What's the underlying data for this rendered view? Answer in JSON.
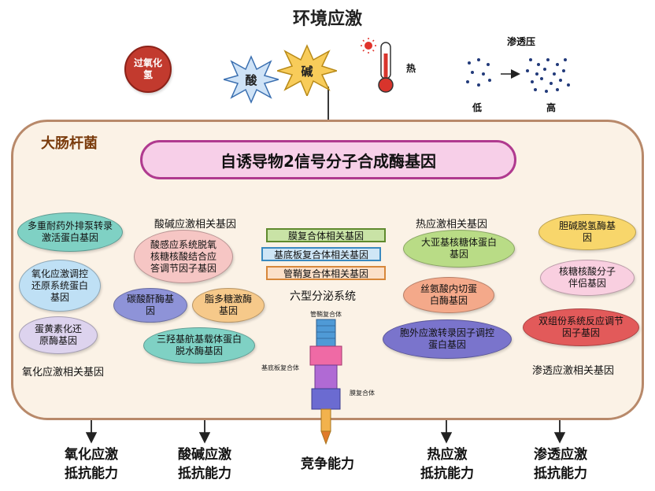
{
  "title": "环境应激",
  "stressors": {
    "h2o2": "过氧化氢",
    "acid": "酸",
    "alkali": "碱",
    "heat": "热",
    "osmotic_title": "渗透压",
    "osmotic_low": "低",
    "osmotic_high": "高"
  },
  "cell_label": "大肠杆菌",
  "main_box": "自诱导物2信号分子合成酶基因",
  "oxidative": {
    "items": [
      "多重耐药外排泵转录激活蛋白基因",
      "氧化应激调控还原系统蛋白基因",
      "蛋黄素化还原酶基因"
    ],
    "caption": "氧化应激相关基因"
  },
  "acid_base": {
    "caption": "酸碱应激相关基因",
    "items": [
      "酸感应系统脱氧核糖核酸结合应答调节因子基因",
      "碳酸酐酶基因",
      "脂多糖激酶基因",
      "三羟基航基载体蛋白脱水酶基因"
    ]
  },
  "t6ss": {
    "boxes": [
      "膜复合体相关基因",
      "基底板复合体相关基因",
      "管鞘复合体相关基因"
    ],
    "caption": "六型分泌系统",
    "labels": [
      "管鞘复合体",
      "基底板复合体",
      "膜复合体"
    ]
  },
  "heat_shock": {
    "caption": "热应激相关基因",
    "items": [
      "大亚基核糖体蛋白基因",
      "丝氨酸内切蛋白酶基因",
      "胞外应激转录因子调控蛋白基因"
    ]
  },
  "osmotic": {
    "items": [
      "胆碱脱氢酶基因",
      "核糖核酸分子伴侣基因",
      "双组份系统反应调节因子基因"
    ],
    "caption": "渗透应激相关基因"
  },
  "outcomes": [
    [
      "氧化应激",
      "抵抗能力"
    ],
    [
      "酸碱应激",
      "抵抗能力"
    ],
    [
      "竞争能力"
    ],
    [
      "热应激",
      "抵抗能力"
    ],
    [
      "渗透应激",
      "抵抗能力"
    ]
  ],
  "colors": {
    "cell_border": "#b8896a",
    "cell_fill": "#fbf2e6",
    "main_fill": "#f7cfe8",
    "main_border": "#b03a8f",
    "teal": "#7fd1c4",
    "light_blue": "#bfe0f5",
    "lavender": "#ddd3ee",
    "pink": "#f6c6c4",
    "indigo": "#8e93d8",
    "orange": "#f6c98a",
    "green": "#b9dc86",
    "salmon": "#f4a98a",
    "purple": "#7a74cc",
    "yellow": "#f8d66b",
    "pale_pink": "#f9cfe0",
    "red": "#e25a5a"
  }
}
